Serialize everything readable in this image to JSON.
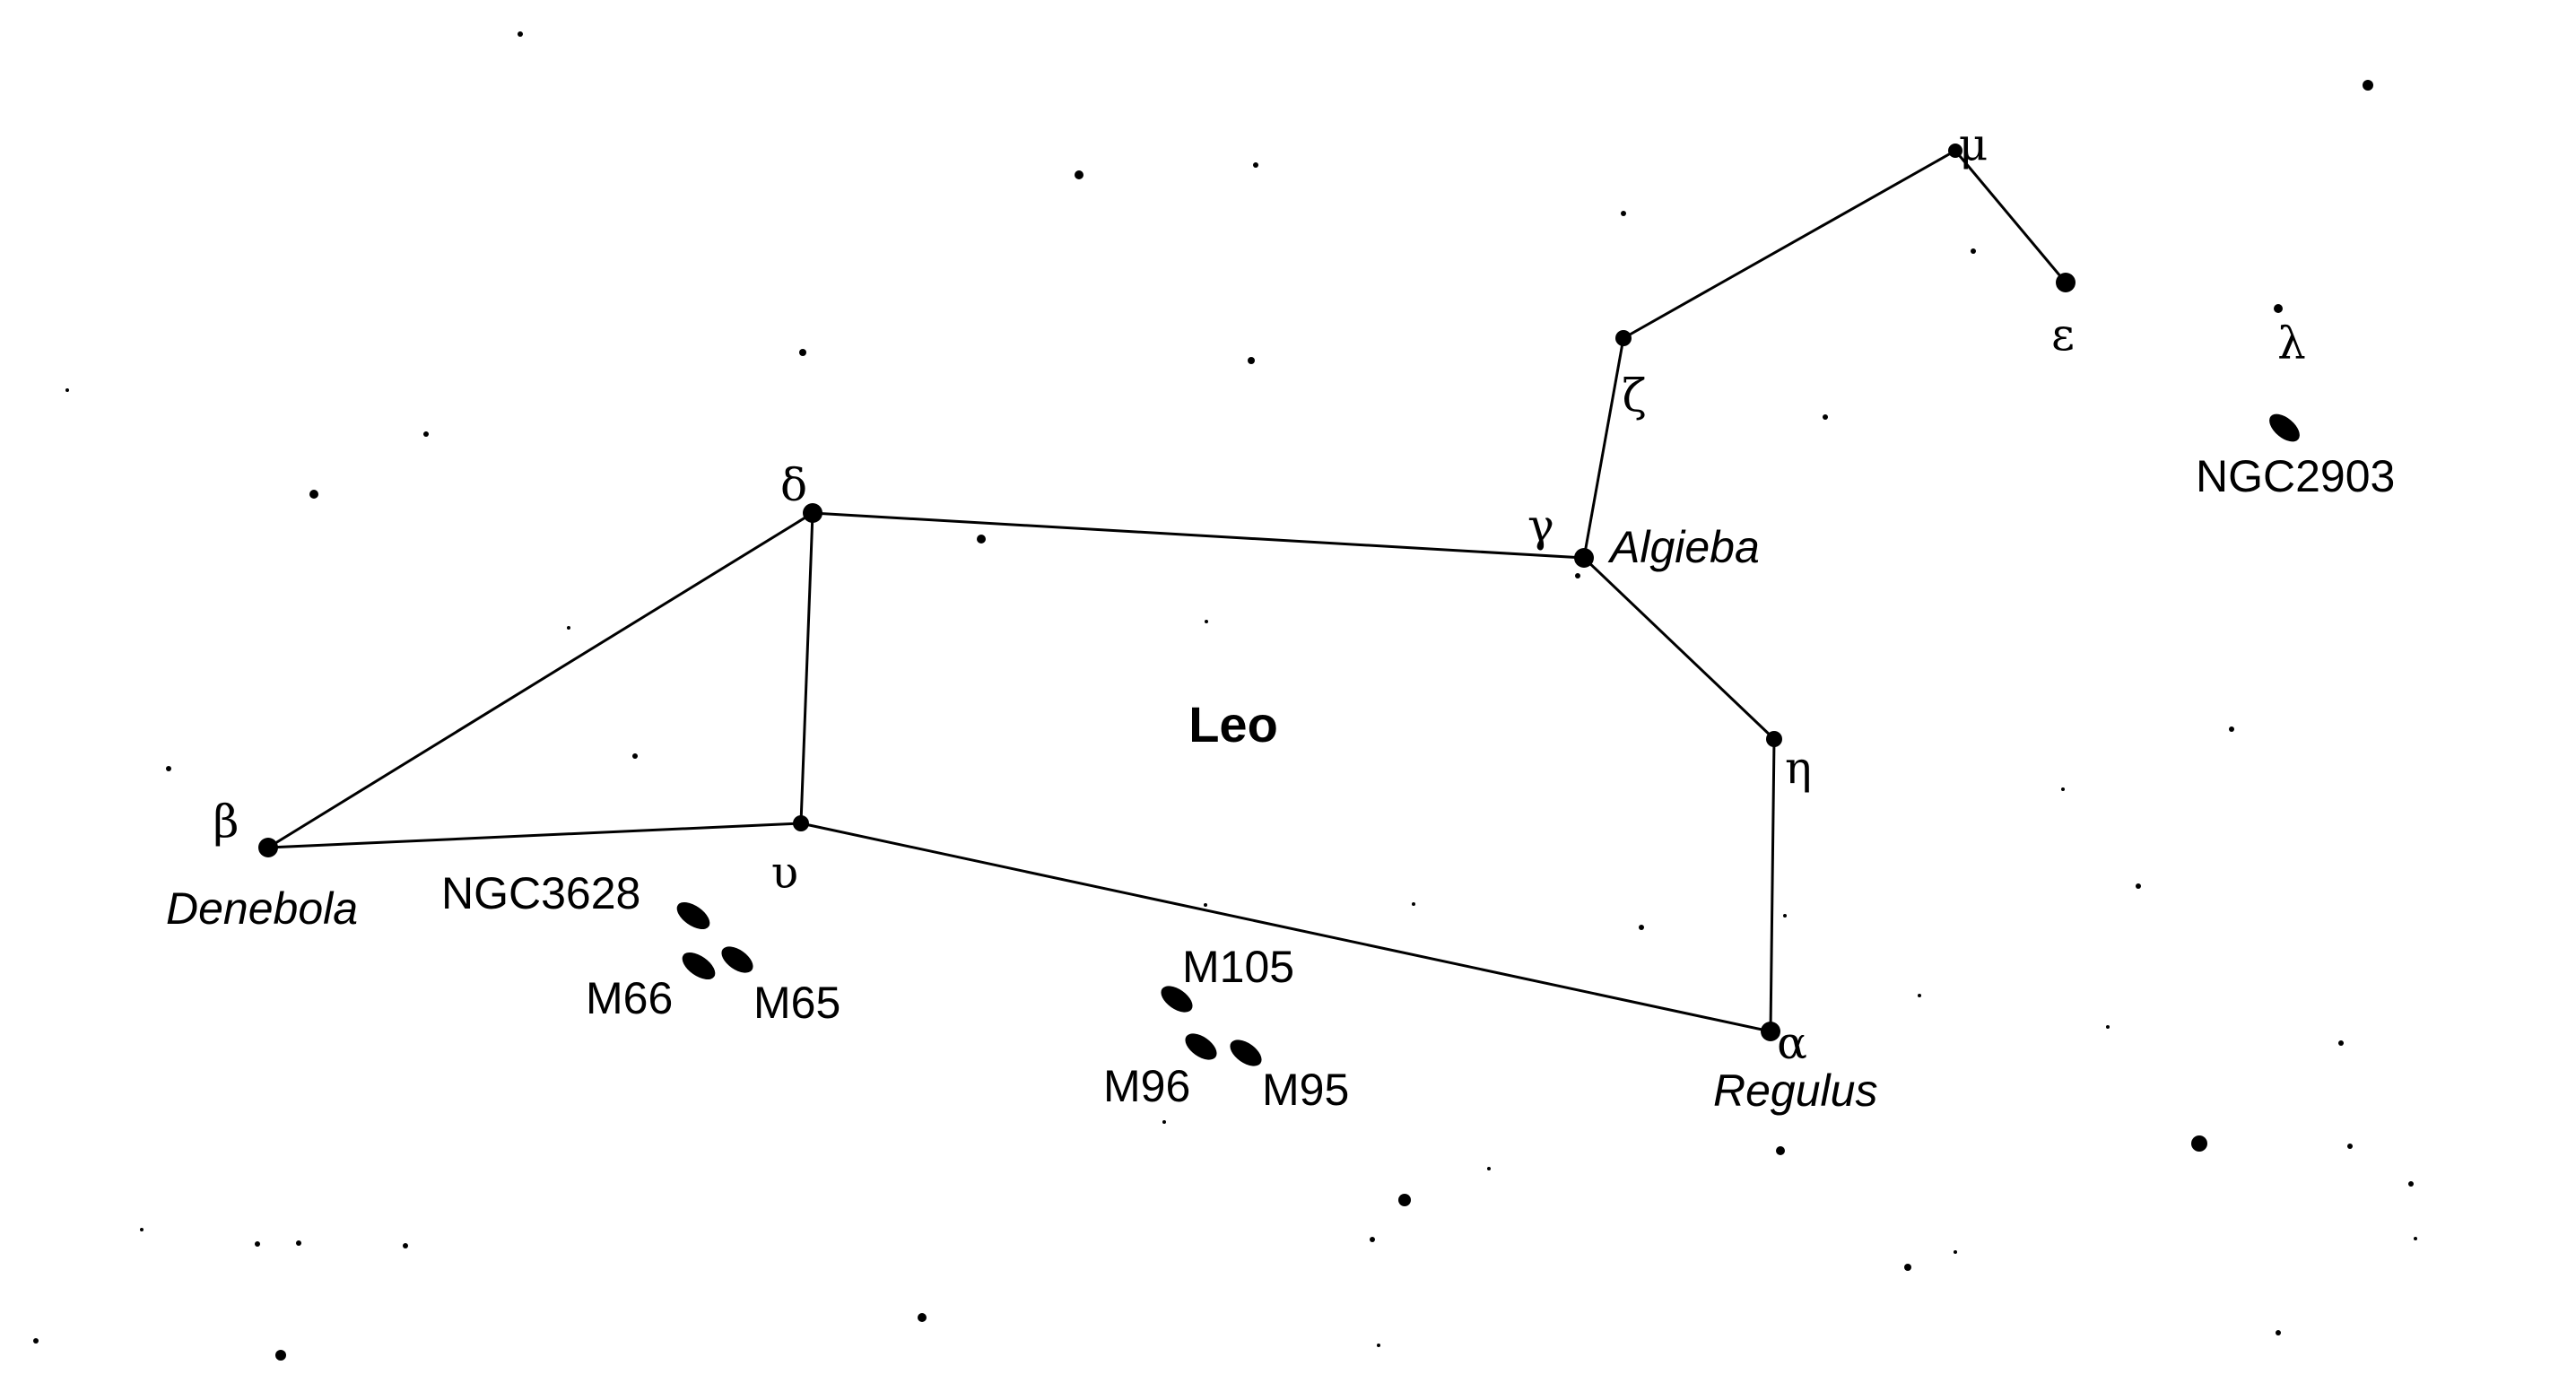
{
  "constellation": {
    "title": "Leo"
  },
  "stars": [
    {
      "id": "mu",
      "greek": "μ"
    },
    {
      "id": "epsilon",
      "greek": "ε"
    },
    {
      "id": "zeta",
      "greek": "ζ"
    },
    {
      "id": "gamma",
      "greek": "γ",
      "name": "Algieba"
    },
    {
      "id": "eta",
      "greek": "η"
    },
    {
      "id": "alpha",
      "greek": "α",
      "name": "Regulus"
    },
    {
      "id": "delta",
      "greek": "δ"
    },
    {
      "id": "upsilon",
      "greek": "υ"
    },
    {
      "id": "beta",
      "greek": "β",
      "name": "Denebola"
    },
    {
      "id": "lambda",
      "greek": "λ"
    }
  ],
  "deep_sky_objects": [
    {
      "id": "ngc2903",
      "label": "NGC2903"
    },
    {
      "id": "ngc3628",
      "label": "NGC3628"
    },
    {
      "id": "m66",
      "label": "M66"
    },
    {
      "id": "m65",
      "label": "M65"
    },
    {
      "id": "m105",
      "label": "M105"
    },
    {
      "id": "m96",
      "label": "M96"
    },
    {
      "id": "m95",
      "label": "M95"
    }
  ],
  "lines": [
    [
      "epsilon",
      "mu"
    ],
    [
      "mu",
      "zeta"
    ],
    [
      "zeta",
      "gamma"
    ],
    [
      "gamma",
      "eta"
    ],
    [
      "eta",
      "alpha"
    ],
    [
      "alpha",
      "upsilon"
    ],
    [
      "upsilon",
      "delta"
    ],
    [
      "delta",
      "gamma"
    ],
    [
      "delta",
      "beta"
    ],
    [
      "beta",
      "upsilon"
    ]
  ]
}
